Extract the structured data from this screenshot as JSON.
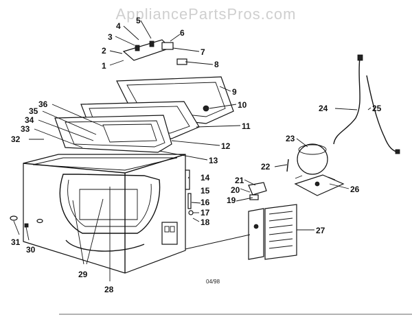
{
  "watermark": "AppliancePartsPros.com",
  "diagram_date": "04/98",
  "callouts": [
    "1",
    "2",
    "3",
    "4",
    "5",
    "6",
    "7",
    "8",
    "9",
    "10",
    "11",
    "12",
    "13",
    "14",
    "15",
    "16",
    "17",
    "18",
    "19",
    "20",
    "21",
    "22",
    "23",
    "24",
    "25",
    "26",
    "27",
    "28",
    "29",
    "30",
    "31",
    "32",
    "33",
    "34",
    "35",
    "36"
  ]
}
